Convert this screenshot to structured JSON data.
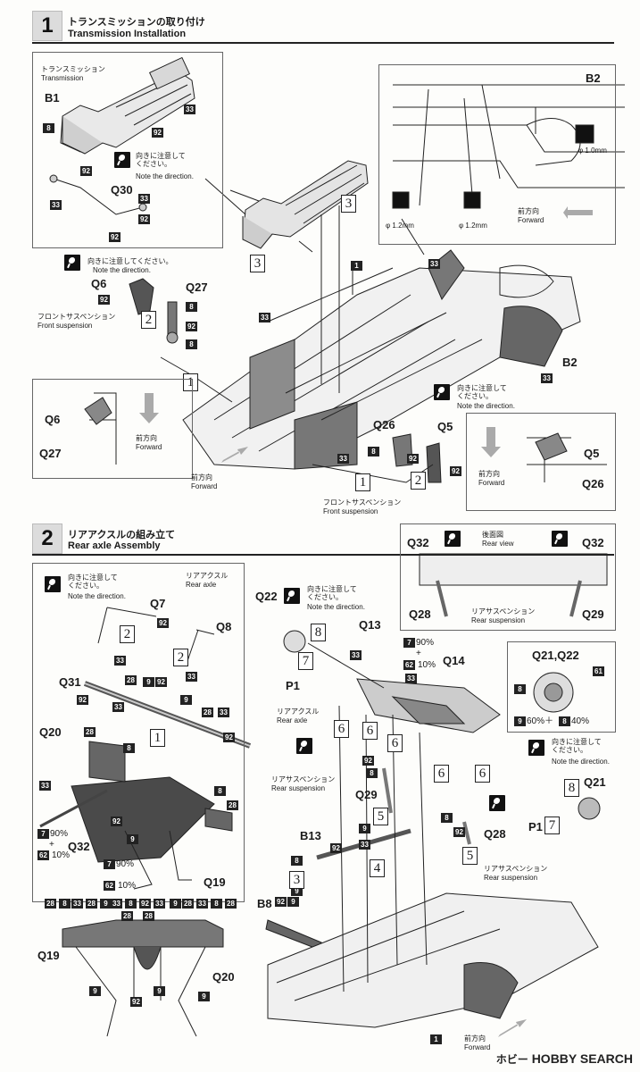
{
  "step1": {
    "number": "1",
    "title_jp": "トランスミッションの取り付け",
    "title_en": "Transmission Installation",
    "trans_label_jp": "トランスミッション",
    "trans_label_en": "Transmission",
    "note_jp": "向きに注意して\nください。",
    "note_en": "Note the direction.",
    "note_inline_jp": "向きに注意してください。",
    "front_susp_jp": "フロントサスペンション",
    "front_susp_en": "Front suspension",
    "forward_jp": "前方向",
    "forward_en": "Forward",
    "dia_1_2": "φ 1.2mm",
    "dia_1_0": "φ 1.0mm",
    "parts": {
      "B1": "B1",
      "B2": "B2",
      "Q30": "Q30",
      "Q6": "Q6",
      "Q27": "Q27",
      "Q26": "Q26",
      "Q5": "Q5",
      "b8": "8",
      "b92": "92",
      "b33": "33",
      "b1": "1",
      "n1": "1",
      "n2": "2",
      "n3": "3"
    }
  },
  "step2": {
    "number": "2",
    "title_jp": "リアアクスルの組み立て",
    "title_en": "Rear axle Assembly",
    "rear_axle_jp": "リアアクスル",
    "rear_axle_en": "Rear axle",
    "rear_view_jp": "後面図",
    "rear_view_en": "Rear view",
    "rear_susp_jp": "リアサスペンション",
    "rear_susp_en": "Rear suspension",
    "note_jp": "向きに注意して\nください。",
    "note_en": "Note the direction.",
    "mix1_a": "90%",
    "mix1_plus": "+",
    "mix1_b": "10%",
    "mix2": "60%＋",
    "mix2_b": "40%",
    "forward_jp": "前方向",
    "forward_en": "Forward",
    "parts": {
      "Q7": "Q7",
      "Q8": "Q8",
      "Q31": "Q31",
      "Q20": "Q20",
      "Q32": "Q32",
      "Q19": "Q19",
      "Q22": "Q22",
      "P1": "P1",
      "Q13": "Q13",
      "Q14": "Q14",
      "Q21Q22": "Q21,Q22",
      "Q29": "Q29",
      "Q28": "Q28",
      "Q21": "Q21",
      "B13": "B13",
      "B8": "B8",
      "b7": "7",
      "b62": "62",
      "b9": "9",
      "b28": "28",
      "b61": "61",
      "b8": "8",
      "b92": "92",
      "b33": "33",
      "b1": "1",
      "n1": "1",
      "n2": "2",
      "n3": "3",
      "n4": "4",
      "n5": "5",
      "n6": "6",
      "n7": "7",
      "n8": "8"
    }
  },
  "watermark": {
    "brand": "HOBBY SEARCH",
    "jp": "ホビー"
  }
}
